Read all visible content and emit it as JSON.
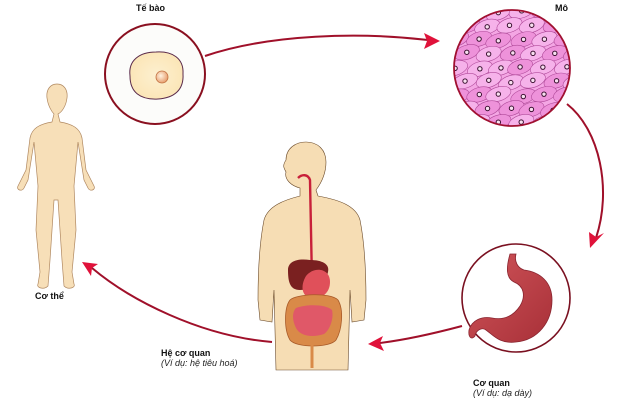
{
  "diagram": {
    "topic": "Levels of organization of the body",
    "nodes": {
      "cell": {
        "title": "Tế bào"
      },
      "tissue": {
        "title": "Mô"
      },
      "organ": {
        "title": "Cơ quan",
        "example": "(Ví dụ: dạ dày)"
      },
      "organ_system": {
        "title": "Hệ cơ quan",
        "example": "(Ví dụ: hệ tiêu hoá)"
      },
      "body": {
        "title": "Cơ thể"
      }
    },
    "flow": [
      "cell",
      "tissue",
      "organ",
      "organ_system",
      "body"
    ],
    "colors": {
      "arrow": "#b5102a",
      "arrow_head": "#e0123a",
      "skin": "#f7dfb8",
      "tissue_pink": "#f29ce0",
      "stomach": "#c8434a",
      "liver": "#7a2020",
      "intestine": "#d9894a"
    }
  }
}
